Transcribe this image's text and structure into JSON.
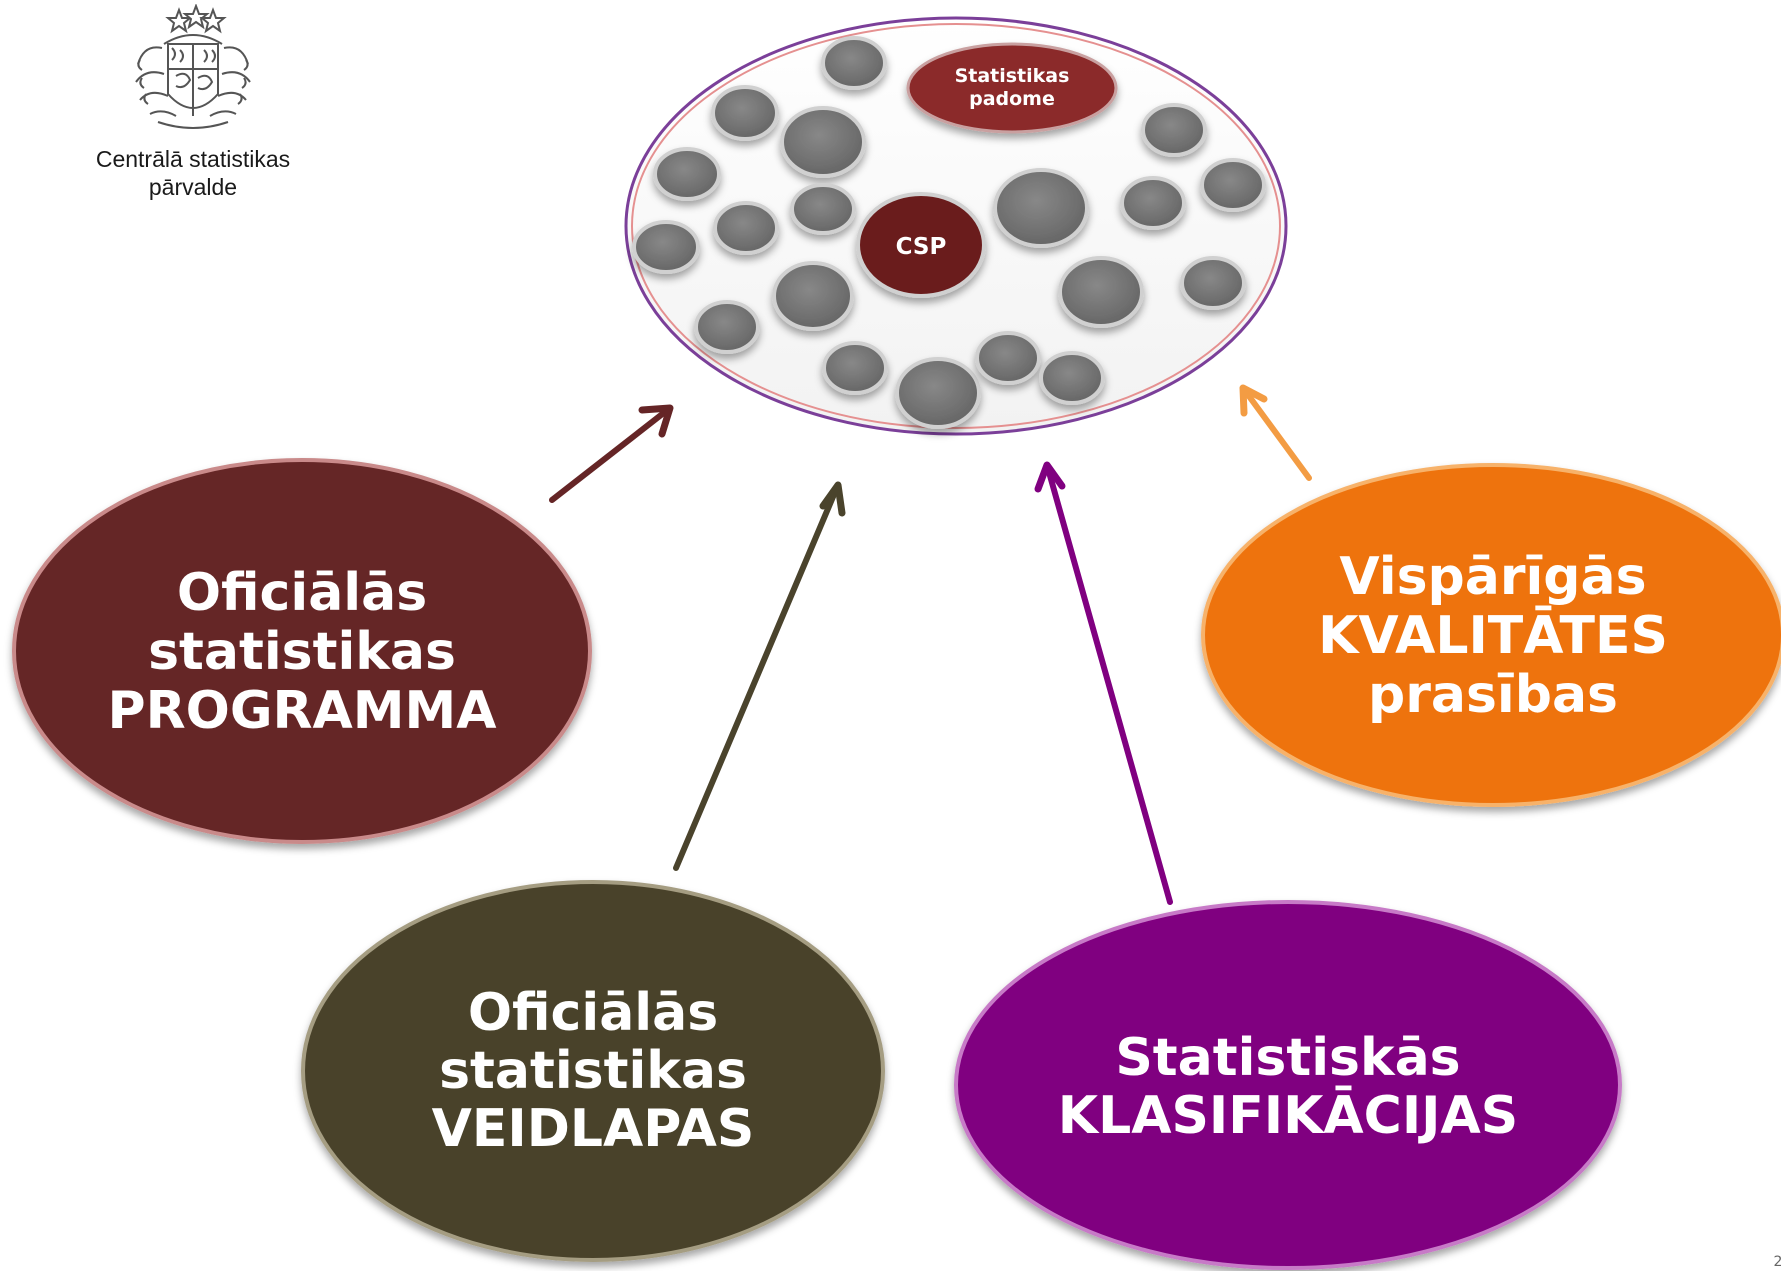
{
  "org": {
    "name_line1": "Centrālā statistikas",
    "name_line2": "pārvalde",
    "logo_icon": "latvian-coat-of-arms"
  },
  "hub": {
    "council_lines": [
      "Statistikas",
      "padome"
    ],
    "csp_label": "CSP"
  },
  "nodes": {
    "programma": {
      "lines": [
        "Oficiālās",
        "statistikas",
        "PROGRAMMA"
      ],
      "color": "#652526"
    },
    "veidlapas": {
      "lines": [
        "Oficiālās",
        "statistikas",
        "VEIDLAPAS"
      ],
      "color": "#4a432c"
    },
    "klasifikacijas": {
      "lines": [
        "Statistiskās",
        "KLASIFIKĀCIJAS"
      ],
      "color": "#800080"
    },
    "kvalitates": {
      "lines": [
        "Vispārīgās",
        "KVALITĀTES",
        "prasības"
      ],
      "color": "#ee730e"
    }
  },
  "arrow_colors": {
    "programma": "#652526",
    "veidlapas": "#4a432c",
    "klasifikacijas": "#800080",
    "kvalitates": "#f39c43"
  },
  "page_number": "2"
}
